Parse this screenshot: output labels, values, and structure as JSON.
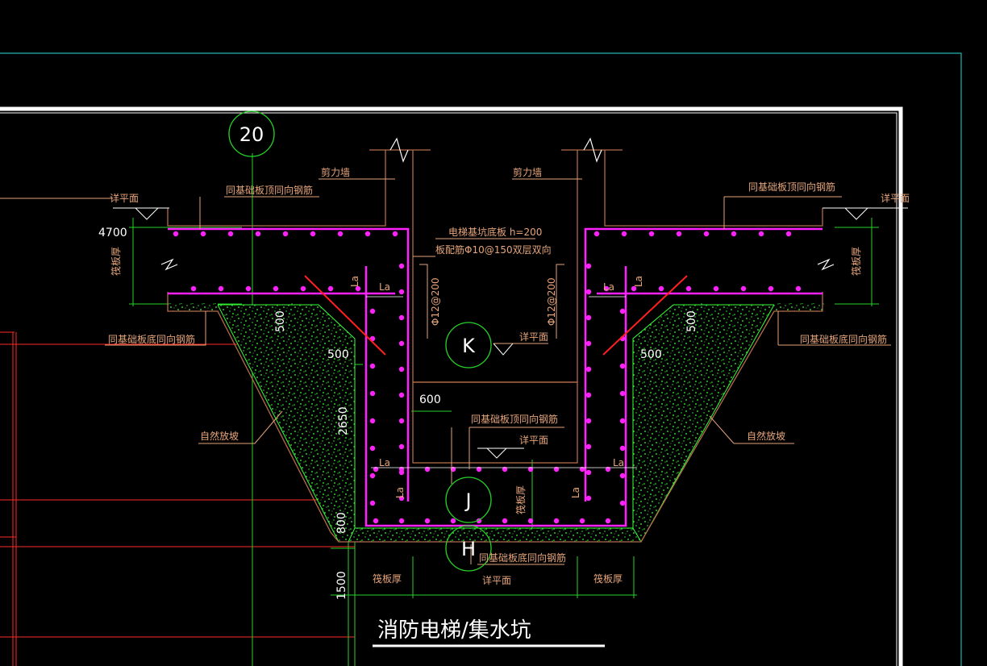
{
  "colors": {
    "background": "#000000",
    "frame_cyan": "#1fb5b5",
    "frame_white": "#ffffff",
    "grid_line": "#ff2a2a",
    "axis_green": "#27d327",
    "wall_brown": "#b36b4a",
    "leader_orange": "#e6a57a",
    "rebar_magenta": "#ff22ff",
    "hatch_green": "#39ff39",
    "cut_red": "#ff2020",
    "text_white": "#ffffff"
  },
  "title": "消防电梯/集水坑",
  "axis_bubbles": {
    "top": "20",
    "k": "K",
    "j": "J",
    "h": "H"
  },
  "labels": {
    "shear_wall_left": "剪力墙",
    "shear_wall_right": "剪力墙",
    "top_rebar_left": "同基础板顶同向钢筋",
    "top_rebar_right": "同基础板顶同向钢筋",
    "bottom_rebar_left": "同基础板底同向钢筋",
    "bottom_rebar_right": "同基础板底同向钢筋",
    "detail_plan_left": "详平面",
    "detail_plan_right": "详平面",
    "detail_plan_mid": "详平面",
    "detail_plan_inner": "详平面",
    "detail_plan_bottom": "详平面",
    "pit_slab_line1": "电梯基坑底板 h=200",
    "pit_slab_line2": "板配筋Φ10@150双层双向",
    "rebar_left_vertical": "Φ12@200",
    "rebar_right_vertical": "Φ12@200",
    "natural_slope_left": "自然放坡",
    "natural_slope_right": "自然放坡",
    "inner_top_rebar": "同基础板顶同向钢筋",
    "inner_bottom_rebar": "同基础板底同向钢筋",
    "raft_thickness_left": "筏板厚",
    "raft_thickness_right": "筏板厚",
    "raft_thickness_inner": "筏板厚",
    "raft_thickness_bottom_left": "筏板厚",
    "raft_thickness_bottom_right": "筏板厚",
    "la": "La"
  },
  "dimensions": {
    "d4700": "4700",
    "d500_left_v": "500",
    "d500_left_h": "500",
    "d500_right_v": "500",
    "d500_right_h": "500",
    "d600": "600",
    "d2650": "2650",
    "d800": "800",
    "d1500": "1500"
  }
}
